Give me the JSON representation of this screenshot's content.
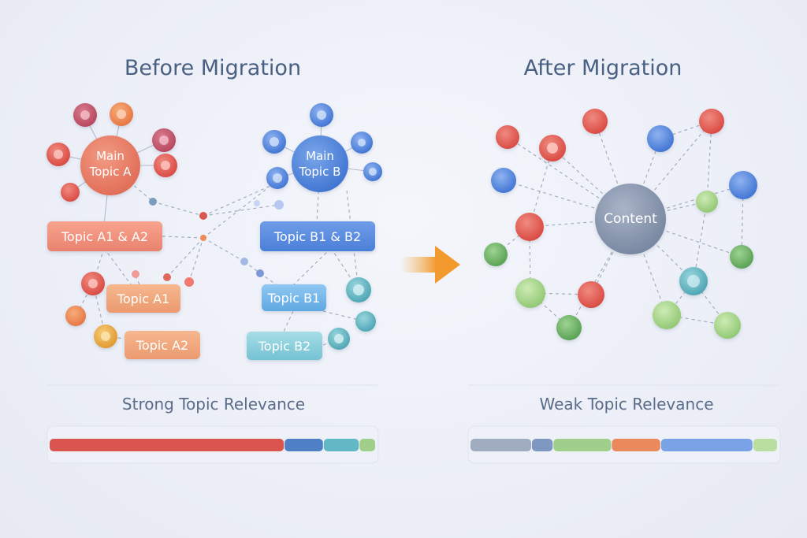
{
  "before": {
    "title": "Before Migration",
    "hub_a": [
      "Main",
      "Topic A"
    ],
    "hub_b": [
      "Main",
      "Topic B"
    ],
    "boxes": {
      "a12": "Topic A1 & A2",
      "a1": "Topic A1",
      "a2": "Topic A2",
      "b12": "Topic B1 & B2",
      "b1": "Topic B1",
      "b2": "Topic B2"
    },
    "relevance_label": "Strong Topic Relevance",
    "relevance_bar": [
      {
        "color": "#d9554e",
        "fraction": 0.72
      },
      {
        "color": "#4f7fc4",
        "fraction": 0.12
      },
      {
        "color": "#63b8c6",
        "fraction": 0.11
      },
      {
        "color": "#9fcf8a",
        "fraction": 0.05
      }
    ]
  },
  "after": {
    "title": "After Migration",
    "hub": "Content",
    "relevance_label": "Weak Topic Relevance",
    "relevance_bar": [
      {
        "color": "#a0adc0",
        "fraction": 0.2
      },
      {
        "color": "#7f98c2",
        "fraction": 0.07
      },
      {
        "color": "#9fcf8a",
        "fraction": 0.19
      },
      {
        "color": "#ea8a5c",
        "fraction": 0.16
      },
      {
        "color": "#7aa2e6",
        "fraction": 0.3
      },
      {
        "color": "#b8dea0",
        "fraction": 0.08
      }
    ]
  },
  "arrow_icon": "arrow-right-icon",
  "colors": {
    "red": "#e25a50",
    "orange": "#ef8a55",
    "blue": "#4f86e0",
    "teal": "#5fb8c2",
    "green": "#6db566",
    "lightgreen": "#a6d88a",
    "hub_a": "#ea7a62",
    "hub_b": "#4b82d9",
    "hub_after": "#8593ab"
  }
}
